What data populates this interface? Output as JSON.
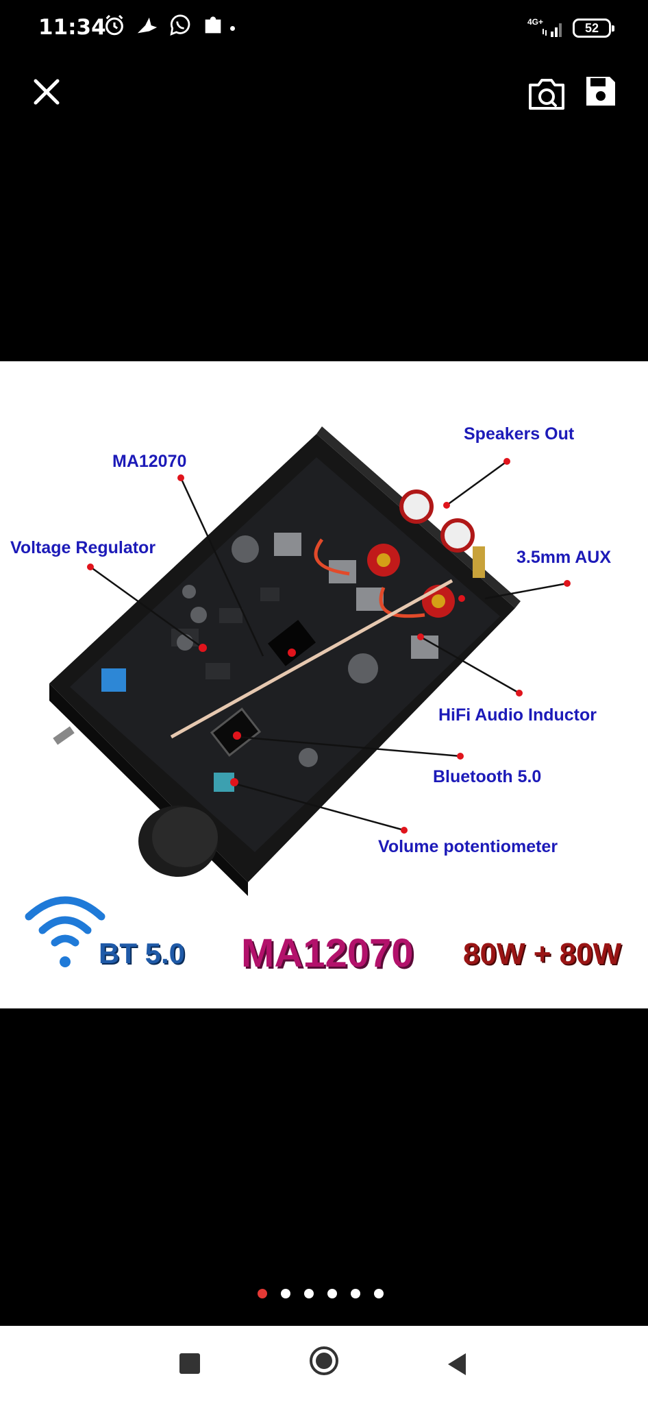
{
  "status_bar": {
    "time": "11:34",
    "network": "4G+",
    "battery": "52",
    "icons": [
      "alarm-icon",
      "bird-icon",
      "viber-icon",
      "puzzle-icon"
    ]
  },
  "toolbar": {
    "close_icon": "close-icon",
    "camera_icon": "camera-icon",
    "save_icon": "save-icon"
  },
  "product_image": {
    "callouts": {
      "speakers_out": "Speakers Out",
      "ma12070": "MA12070",
      "voltage_regulator": "Voltage Regulator",
      "aux": "3.5mm AUX",
      "hifi_inductor": "HiFi Audio Inductor",
      "bluetooth": "Bluetooth 5.0",
      "volume": "Volume potentiometer"
    },
    "bottom": {
      "bt": "BT 5.0",
      "chip": "MA12070",
      "power": "80W + 80W"
    },
    "colors": {
      "label_blue": "#1c1ab8",
      "dot_red": "#e0141c",
      "bt_blue": "#1f5aa8",
      "chip_magenta": "#b3116b",
      "power_red": "#9a1515"
    }
  },
  "pager": {
    "count": 6,
    "active_index": 0
  },
  "navbar": {
    "recents_icon": "square-icon",
    "home_icon": "circle-icon",
    "back_icon": "triangle-back-icon"
  }
}
